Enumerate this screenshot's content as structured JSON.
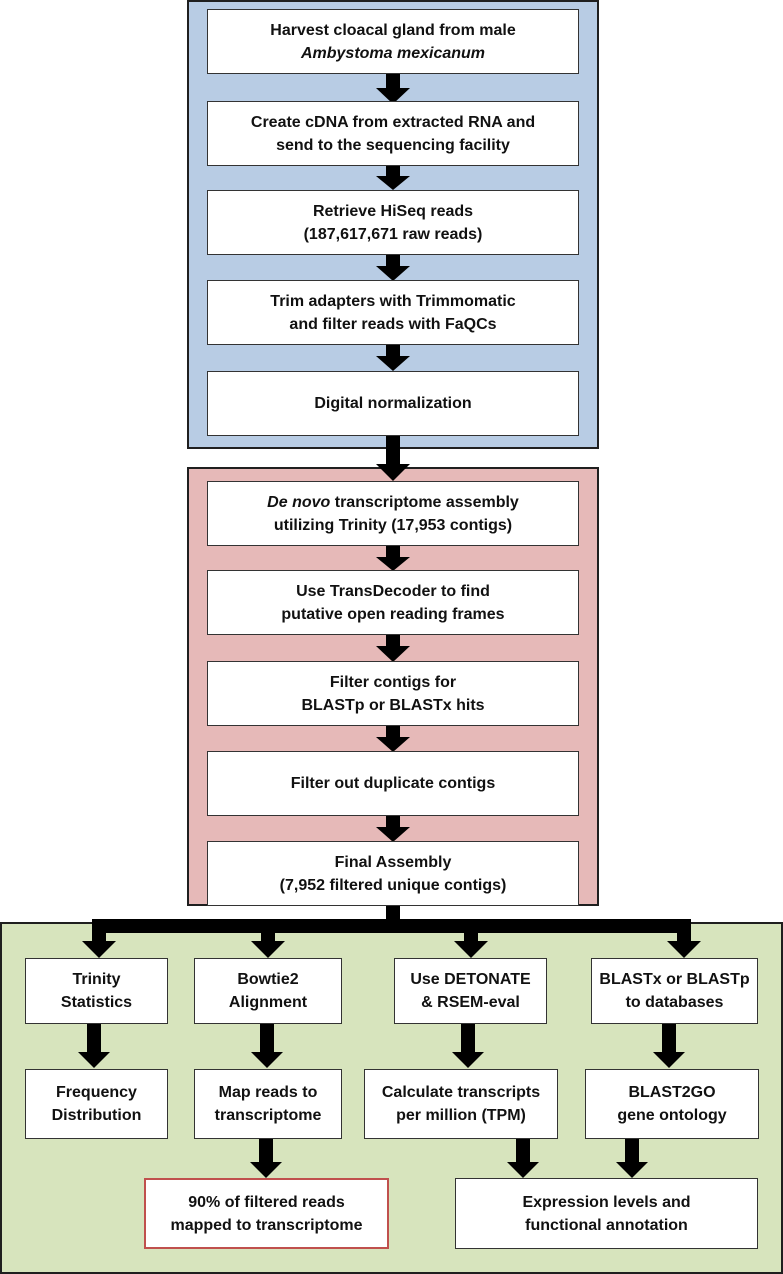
{
  "colors": {
    "blue_panel": "#b8cce4",
    "pink_panel": "#e6b9b8",
    "green_panel": "#d7e4bd",
    "box_fill": "#ffffff",
    "highlight_border": "#c0504d",
    "arrow": "#000000"
  },
  "steps": {
    "harvest": {
      "line1": "Harvest cloacal gland from  male",
      "line2": "Ambystoma mexicanum"
    },
    "cdna": {
      "line1": "Create cDNA from extracted RNA and",
      "line2": "send to the sequencing facility"
    },
    "hiseq": {
      "line1": "Retrieve HiSeq reads",
      "line2": "(187,617,671 raw reads)"
    },
    "trim": {
      "line1": "Trim adapters with Trimmomatic",
      "line2": "and filter reads with FaQCs"
    },
    "normalization": {
      "line1": "Digital normalization"
    },
    "assembly": {
      "line1_italic": "De novo",
      "line1_rest": " transcriptome assembly",
      "line2": "utilizing Trinity (17,953 contigs)"
    },
    "transdecoder": {
      "line1": "Use TransDecoder to find",
      "line2": "putative open reading frames"
    },
    "filter_blast": {
      "line1": "Filter contigs for",
      "line2": "BLASTp or BLASTx hits"
    },
    "filter_dup": {
      "line1": "Filter out duplicate contigs"
    },
    "final": {
      "line1": "Final Assembly",
      "line2": "(7,952 filtered unique contigs)"
    },
    "trinity_stats": {
      "line1": "Trinity",
      "line2": "Statistics"
    },
    "bowtie": {
      "line1": "Bowtie2",
      "line2": "Alignment"
    },
    "detonate": {
      "line1": "Use DETONATE",
      "line2": "& RSEM-eval"
    },
    "blastx_db": {
      "line1": "BLASTx or BLASTp",
      "line2": "to databases"
    },
    "freq": {
      "line1": "Frequency",
      "line2": "Distribution"
    },
    "map_reads": {
      "line1": "Map reads to",
      "line2": "transcriptome"
    },
    "tpm": {
      "line1": "Calculate transcripts",
      "line2": "per million (TPM)"
    },
    "blast2go": {
      "line1": "BLAST2GO",
      "line2": "gene ontology"
    },
    "mapped": {
      "line1": "90% of filtered reads",
      "line2": "mapped to transcriptome"
    },
    "expression": {
      "line1": "Expression levels and",
      "line2": "functional annotation"
    }
  }
}
